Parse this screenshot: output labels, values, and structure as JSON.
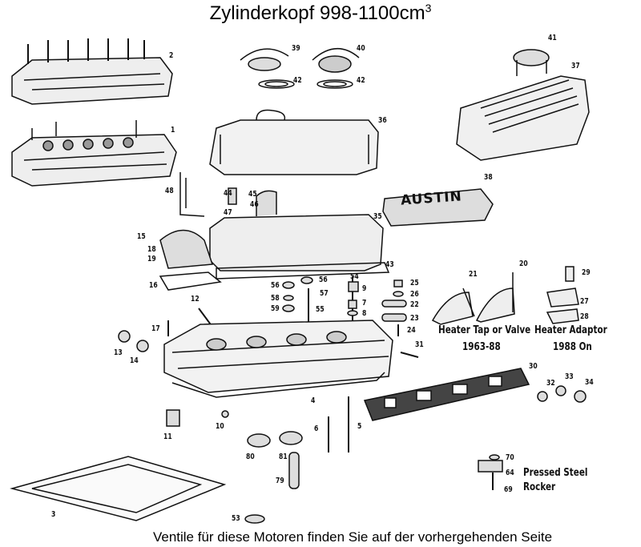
{
  "title": {
    "text": "Zylinderkopf 998-1100cm",
    "sup": "3"
  },
  "footer": "Ventile für diese Motoren finden Sie auf der vorhergehenden Seite",
  "badge": "AUSTIN",
  "captions": {
    "heater_tap_1": "Heater Tap or Valve",
    "heater_tap_2": "1963-88",
    "heater_adaptor_1": "Heater Adaptor",
    "heater_adaptor_2": "1988 On",
    "rocker_1": "Pressed Steel",
    "rocker_2": "Rocker"
  },
  "callouts": [
    "2",
    "1",
    "39",
    "40",
    "42",
    "42",
    "41",
    "37",
    "36",
    "38",
    "48",
    "44",
    "45",
    "46",
    "47",
    "35",
    "15",
    "18",
    "19",
    "43",
    "16",
    "54",
    "56",
    "56",
    "9",
    "58",
    "57",
    "59",
    "55",
    "7",
    "8",
    "25",
    "26",
    "22",
    "23",
    "24",
    "21",
    "20",
    "29",
    "27",
    "28",
    "12",
    "17",
    "13",
    "14",
    "31",
    "30",
    "32",
    "33",
    "34",
    "4",
    "10",
    "11",
    "6",
    "5",
    "80",
    "81",
    "79",
    "70",
    "64",
    "69",
    "3",
    "53"
  ]
}
